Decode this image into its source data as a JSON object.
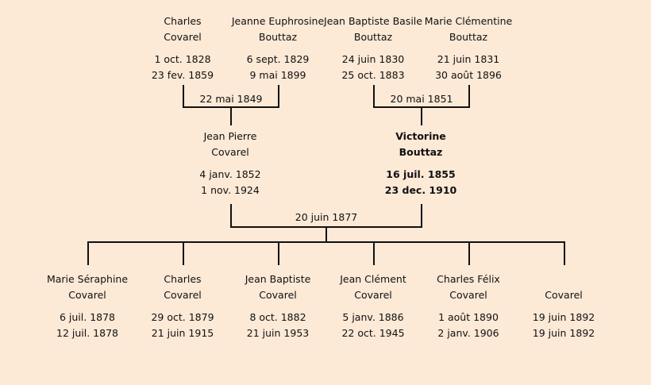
{
  "grandparents": [
    {
      "first": "Charles",
      "last": "Covarel",
      "birth": "1 oct. 1828",
      "death": "23 fev. 1859"
    },
    {
      "first": "Jeanne Euphrosine",
      "last": "Bouttaz",
      "birth": "6 sept. 1829",
      "death": "9 mai 1899"
    },
    {
      "first": "Jean Baptiste Basile",
      "last": "Bouttaz",
      "birth": "24 juin 1830",
      "death": "25 oct. 1883"
    },
    {
      "first": "Marie Clémentine",
      "last": "Bouttaz",
      "birth": "21 juin 1831",
      "death": "30 août 1896"
    }
  ],
  "grandparent_marriages": [
    "22 mai 1849",
    "20 mai 1851"
  ],
  "parents": [
    {
      "first": "Jean Pierre",
      "last": "Covarel",
      "birth": "4 janv. 1852",
      "death": "1 nov. 1924"
    },
    {
      "first": "Victorine",
      "last": "Bouttaz",
      "birth": "16 juil. 1855",
      "death": "23 dec. 1910",
      "selected": true
    }
  ],
  "parent_marriage": "20 juin 1877",
  "children": [
    {
      "first": "Marie Séraphine",
      "last": "Covarel",
      "birth": "6 juil. 1878",
      "death": "12 juil. 1878"
    },
    {
      "first": "Charles",
      "last": "Covarel",
      "birth": "29 oct. 1879",
      "death": "21 juin 1915"
    },
    {
      "first": "Jean Baptiste",
      "last": "Covarel",
      "birth": "8 oct. 1882",
      "death": "21 juin 1953"
    },
    {
      "first": "Jean Clément",
      "last": "Covarel",
      "birth": "5 janv. 1886",
      "death": "22 oct. 1945"
    },
    {
      "first": "Charles Félix",
      "last": "Covarel",
      "birth": "1 août 1890",
      "death": "2 janv. 1906"
    },
    {
      "first": "",
      "last": "Covarel",
      "birth": "19 juin 1892",
      "death": "19 juin 1892"
    }
  ]
}
